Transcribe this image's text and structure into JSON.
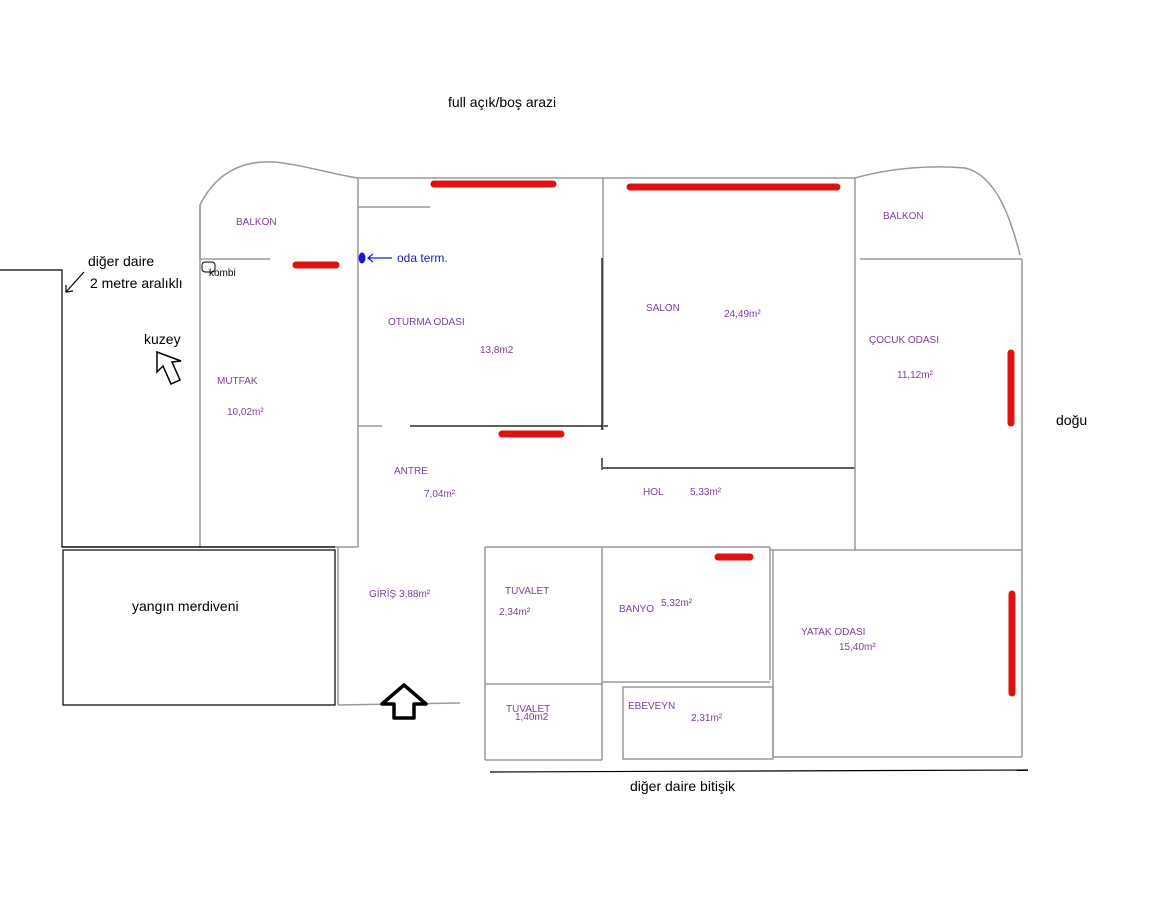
{
  "colors": {
    "room_label": "#7b3f9e",
    "radiator": "#e01010",
    "thermostat": "#1a1acc",
    "wall": "#9a9a9a",
    "outline": "#000000"
  },
  "labels": {
    "top": "full açık/boş arazi",
    "neighbor": "diğer daire",
    "gap": "2 metre aralıklı",
    "north": "kuzey",
    "east": "doğu",
    "fire_stairs": "yangın merdiveni",
    "adjacent": "diğer daire bitişik",
    "thermostat": "oda term.",
    "boiler": "kombi"
  },
  "rooms": {
    "balkon_left": "BALKON",
    "balkon_right": "BALKON",
    "mutfak": "MUTFAK",
    "mutfak_area": "10,02m²",
    "oturma": "OTURMA ODASI",
    "oturma_area": "13,8m2",
    "salon": "SALON",
    "salon_area": "24,49m²",
    "cocuk": "ÇOCUK ODASI",
    "cocuk_area": "11,12m²",
    "antre": "ANTRE",
    "antre_area": "7,04m²",
    "hol": "HOL",
    "hol_area": "5,33m²",
    "giris": "GİRİŞ 3,88m²",
    "tuvalet1": "TUVALET",
    "tuvalet1_area": "2,34m²",
    "banyo": "BANYO",
    "banyo_area": "5,32m²",
    "yatak": "YATAK ODASI",
    "yatak_area": "15,40m²",
    "tuvalet2": "TUVALET",
    "tuvalet2_area": "1,40m2",
    "ebeveyn": "EBEVEYN",
    "ebeveyn_area": "2,31m²"
  }
}
